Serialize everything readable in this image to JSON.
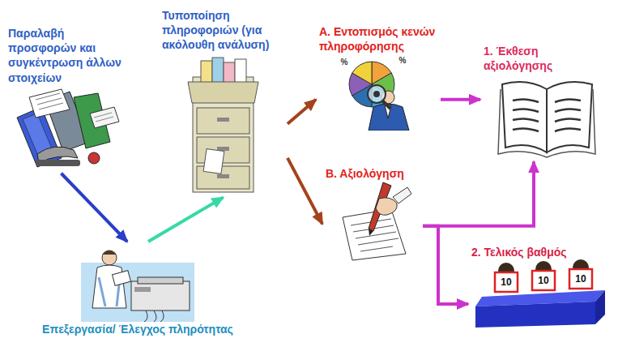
{
  "diagram": {
    "nodes": [
      {
        "text": [
          "Παραλαβή προσφορών και συγκέντρωση άλλων στοιχείων"
        ]
      },
      {
        "text": [
          "Επεξεργασία/ Έλεγχος πληρότητας"
        ]
      },
      {
        "text": [
          "Τυποποίηση πληροφοριών (για ακόλουθη ανάλυση)"
        ]
      },
      {
        "text": [
          "Α. Εντοπισμός κενών πληροφόρησης"
        ]
      },
      {
        "text": [
          "Β. Αξιολόγηση"
        ]
      },
      {
        "text": [
          "1. Έκθεση αξιολόγησης"
        ]
      },
      {
        "text": [
          "2. Τελικός βαθμός"
        ]
      }
    ],
    "edges": [
      {
        "from": 0,
        "to": 1,
        "arrow": "to"
      },
      {
        "from": 1,
        "to": 2,
        "arrow": "to"
      },
      {
        "from": 2,
        "to": 3,
        "arrow": "to"
      },
      {
        "from": 2,
        "to": 4,
        "arrow": "to"
      },
      {
        "from": 3,
        "to": 5,
        "arrow": "to"
      },
      {
        "from": 4,
        "to": 5,
        "arrow": "to"
      },
      {
        "from": 4,
        "to": 6,
        "arrow": "to"
      }
    ],
    "labels": [
      "%",
      "%",
      "10",
      "10",
      "10"
    ]
  }
}
